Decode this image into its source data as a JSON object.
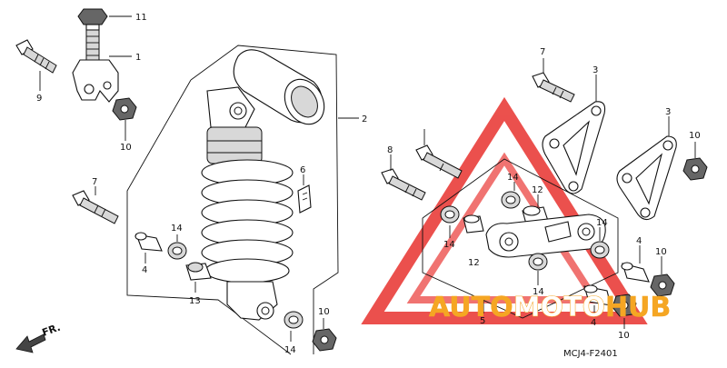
{
  "diagram": {
    "callouts": [
      {
        "id": "c11",
        "label": "11"
      },
      {
        "id": "c1",
        "label": "1"
      },
      {
        "id": "c9",
        "label": "9"
      },
      {
        "id": "c10a",
        "label": "10"
      },
      {
        "id": "c2",
        "label": "2"
      },
      {
        "id": "c6",
        "label": "6"
      },
      {
        "id": "c7a",
        "label": "7"
      },
      {
        "id": "c14a",
        "label": "14"
      },
      {
        "id": "c4a",
        "label": "4"
      },
      {
        "id": "c13",
        "label": "13"
      },
      {
        "id": "c10b",
        "label": "10"
      },
      {
        "id": "c14b",
        "label": "14"
      },
      {
        "id": "c7b",
        "label": "7"
      },
      {
        "id": "c3a",
        "label": "3"
      },
      {
        "id": "c3b",
        "label": "3"
      },
      {
        "id": "c10c",
        "label": "10"
      },
      {
        "id": "c8",
        "label": "8"
      },
      {
        "id": "c14c",
        "label": "14"
      },
      {
        "id": "c12a",
        "label": "12"
      },
      {
        "id": "c14d",
        "label": "14"
      },
      {
        "id": "c14e",
        "label": "14"
      },
      {
        "id": "c12b",
        "label": "12"
      },
      {
        "id": "c14f",
        "label": "14"
      },
      {
        "id": "c4b",
        "label": "4"
      },
      {
        "id": "c10d",
        "label": "10"
      },
      {
        "id": "c5",
        "label": "5"
      },
      {
        "id": "c4c",
        "label": "4"
      },
      {
        "id": "c10e",
        "label": "10"
      }
    ],
    "front_indicator": "FR.",
    "diagram_code": "MCJ4-F2401",
    "watermark": {
      "text_prefix": "AUTO",
      "text_middle": "MOTO",
      "text_suffix": "HUB",
      "color_prefix": "#f5a623",
      "color_middle": "#ffffff",
      "color_suffix": "#f5a623",
      "triangle_color": "#e8322e"
    }
  }
}
